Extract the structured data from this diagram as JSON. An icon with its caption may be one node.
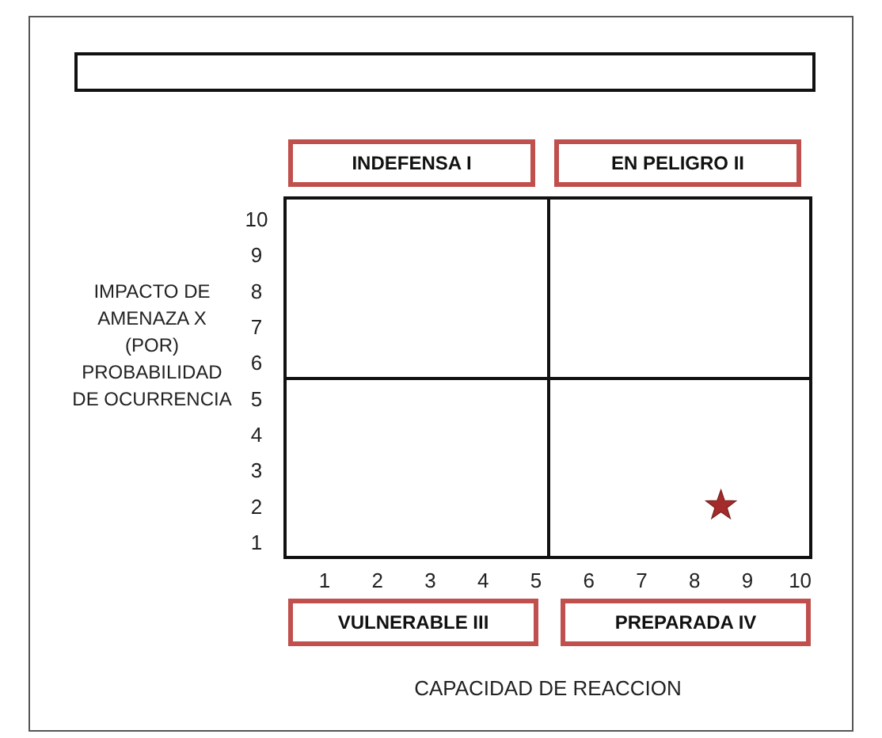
{
  "diagram": {
    "nodes": [
      {
        "text": [],
        "shape": "box"
      },
      {
        "text": [
          "INDEFENSA I"
        ]
      },
      {
        "text": [
          "EN PELIGRO II"
        ]
      },
      {
        "text": [
          "VULNERABLE III"
        ]
      },
      {
        "text": [
          "PREPARADA IV"
        ]
      }
    ],
    "chart_data": {
      "type": "scatter",
      "xlabel": "CAPACIDAD DE REACCION",
      "ylabel": "IMPACTO DE AMENAZA X (POR) PROBABILIDAD DE OCURRENCIA",
      "x": [
        8.5
      ],
      "series": [
        {
          "color": "#a52a2a",
          "values": [
            2
          ]
        }
      ],
      "xlim": [
        0.25,
        10.2
      ],
      "ylim": [
        0.56,
        10.57
      ],
      "xticks": [
        1,
        2,
        3,
        4,
        5,
        6,
        7,
        8,
        9,
        10
      ],
      "yticks": [
        1,
        2,
        3,
        4,
        5,
        6,
        7,
        8,
        9,
        10
      ]
    }
  }
}
